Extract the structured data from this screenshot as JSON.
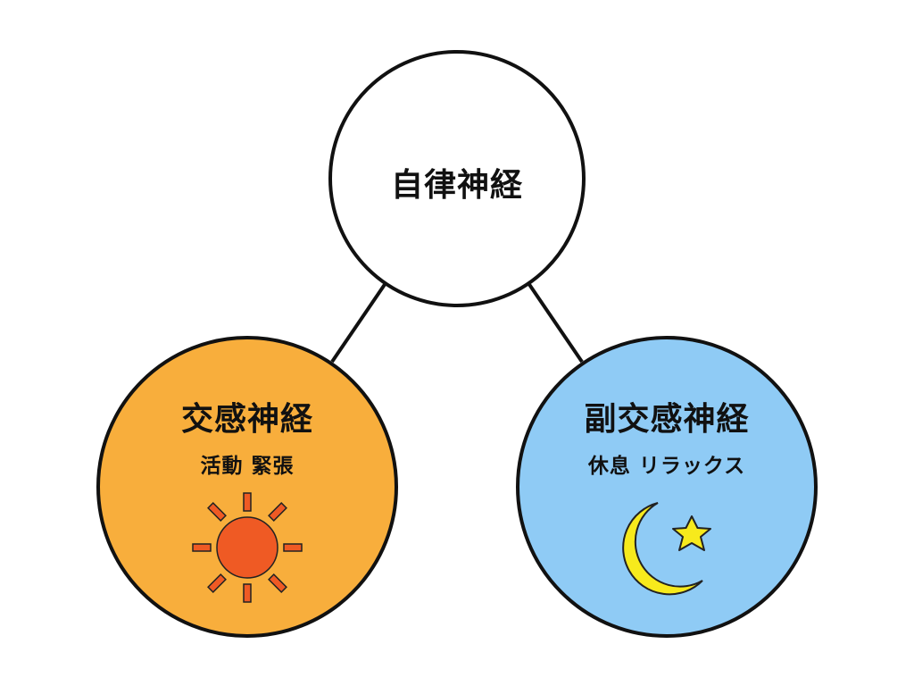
{
  "center": {
    "title": "自律神経"
  },
  "left": {
    "title": "交感神経",
    "subtitle": "活動 緊張",
    "icon": "sun-icon",
    "fill": "#f8ae3c",
    "icon_color": "#ef5a24"
  },
  "right": {
    "title": "副交感神経",
    "subtitle": "休息 リラックス",
    "icon": "moon-star-icon",
    "fill": "#8fcbf5",
    "icon_color": "#f7ea1c"
  },
  "colors": {
    "stroke": "#111111",
    "center_fill": "#ffffff"
  }
}
